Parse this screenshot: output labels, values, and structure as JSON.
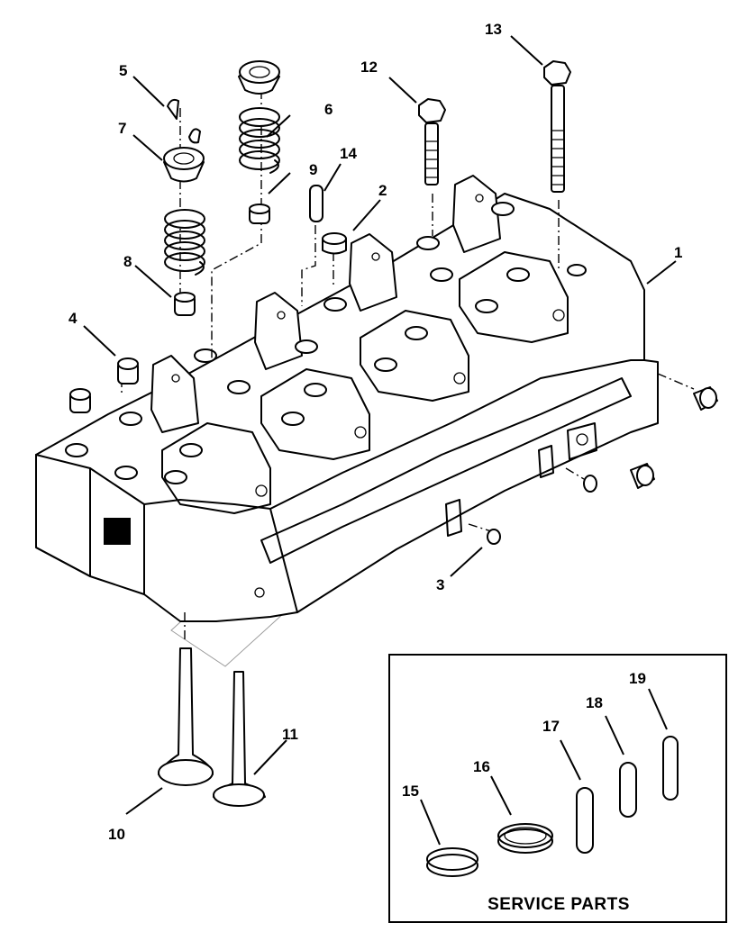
{
  "diagram": {
    "title": "Cylinder head exploded view",
    "service_box_title": "SERVICE PARTS",
    "callouts": [
      {
        "id": "1",
        "label": "1"
      },
      {
        "id": "2",
        "label": "2"
      },
      {
        "id": "3",
        "label": "3"
      },
      {
        "id": "4",
        "label": "4"
      },
      {
        "id": "5",
        "label": "5"
      },
      {
        "id": "6",
        "label": "6"
      },
      {
        "id": "7",
        "label": "7"
      },
      {
        "id": "8",
        "label": "8"
      },
      {
        "id": "9",
        "label": "9"
      },
      {
        "id": "10",
        "label": "10"
      },
      {
        "id": "11",
        "label": "11"
      },
      {
        "id": "12",
        "label": "12"
      },
      {
        "id": "13",
        "label": "13"
      },
      {
        "id": "14",
        "label": "14"
      },
      {
        "id": "15",
        "label": "15"
      },
      {
        "id": "16",
        "label": "16"
      },
      {
        "id": "17",
        "label": "17"
      },
      {
        "id": "18",
        "label": "18"
      },
      {
        "id": "19",
        "label": "19"
      }
    ],
    "parts": [
      {
        "callout": "1",
        "name": "cylinder-head"
      },
      {
        "callout": "2",
        "name": "seat-insert"
      },
      {
        "callout": "3",
        "name": "plug"
      },
      {
        "callout": "4",
        "name": "cup-plug"
      },
      {
        "callout": "5",
        "name": "valve-collet"
      },
      {
        "callout": "6",
        "name": "valve-spring"
      },
      {
        "callout": "7",
        "name": "spring-retainer"
      },
      {
        "callout": "8",
        "name": "valve-stem-seal"
      },
      {
        "callout": "9",
        "name": "valve-stem-seal"
      },
      {
        "callout": "10",
        "name": "intake-valve"
      },
      {
        "callout": "11",
        "name": "exhaust-valve"
      },
      {
        "callout": "12",
        "name": "head-bolt-short"
      },
      {
        "callout": "13",
        "name": "head-bolt-long"
      },
      {
        "callout": "14",
        "name": "valve-guide"
      },
      {
        "callout": "15",
        "name": "service-seat-ring"
      },
      {
        "callout": "16",
        "name": "service-seat-ring-large"
      },
      {
        "callout": "17",
        "name": "service-guide"
      },
      {
        "callout": "18",
        "name": "service-guide"
      },
      {
        "callout": "19",
        "name": "service-guide"
      }
    ]
  }
}
